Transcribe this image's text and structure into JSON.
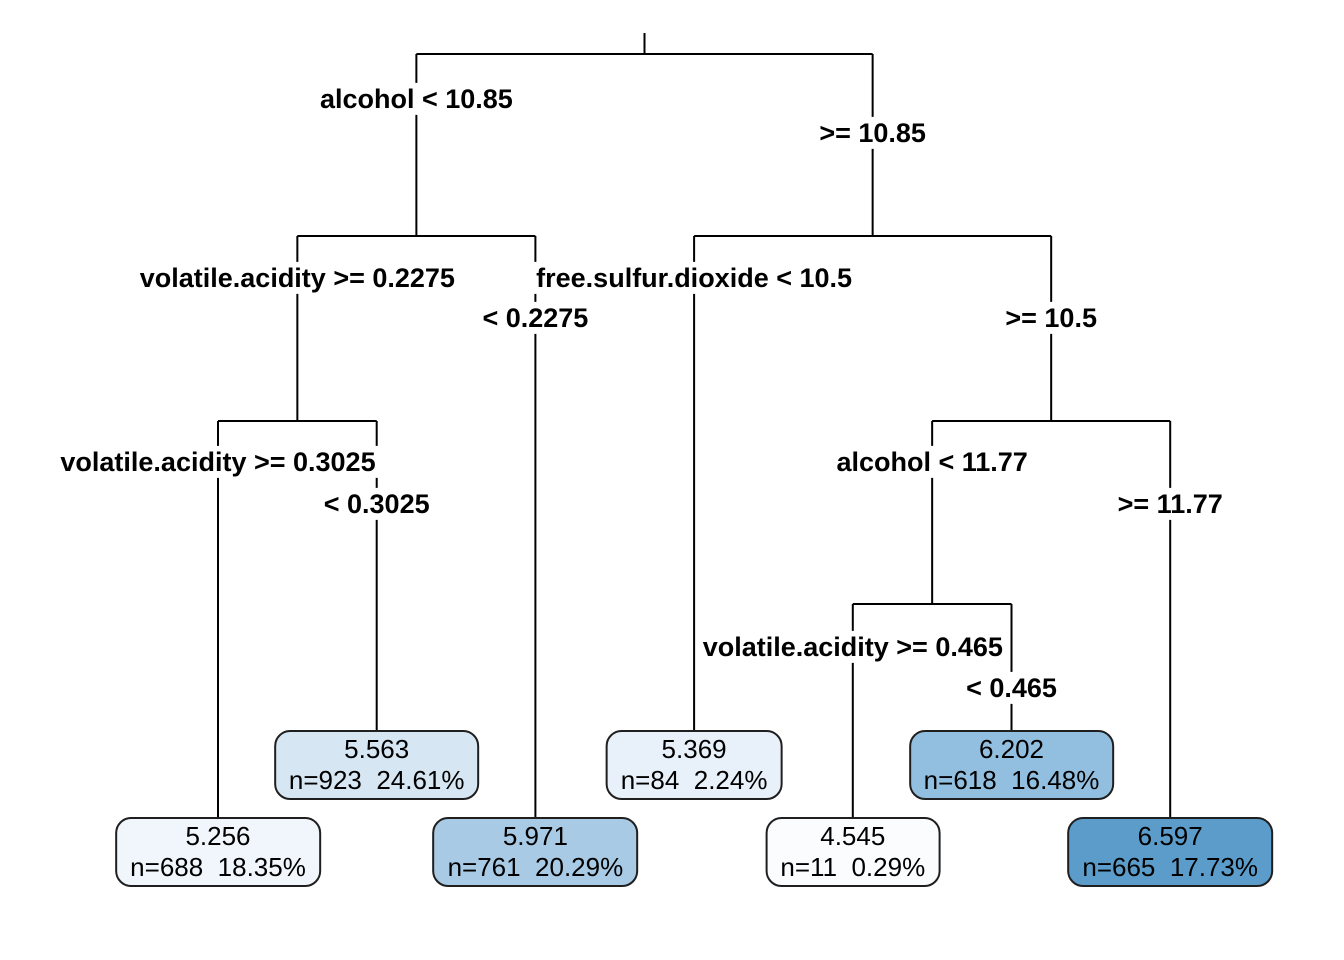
{
  "figure": {
    "type": "decision-tree",
    "background": "#ffffff",
    "edge_color": "#000000",
    "box_border_color": "#1f1f1f",
    "text_color": "#000000"
  },
  "tree": {
    "split": "alcohol < 10.85",
    "right_label": ">= 10.85",
    "left": {
      "split": "volatile.acidity >= 0.2275",
      "right_label": "< 0.2275",
      "left": {
        "split": "volatile.acidity >= 0.3025",
        "right_label": "< 0.3025",
        "left": {
          "value": "5.256",
          "stats": "n=688  18.35%",
          "fill": "#F0F6FB"
        },
        "right": {
          "value": "5.563",
          "stats": "n=923  24.61%",
          "fill": "#D7E6F3"
        }
      },
      "right": {
        "value": "5.971",
        "stats": "n=761  20.29%",
        "fill": "#A8CAE4"
      }
    },
    "right": {
      "split": "free.sulfur.dioxide < 10.5",
      "right_label": ">= 10.5",
      "left": {
        "value": "5.369",
        "stats": "n=84  2.24%",
        "fill": "#E8F1F9"
      },
      "right": {
        "split": "alcohol < 11.77",
        "right_label": ">= 11.77",
        "left": {
          "split": "volatile.acidity >= 0.465",
          "right_label": "< 0.465",
          "left": {
            "value": "4.545",
            "stats": "n=11  0.29%",
            "fill": "#FAFCFE"
          },
          "right": {
            "value": "6.202",
            "stats": "n=618  16.48%",
            "fill": "#92BFDF"
          }
        },
        "right": {
          "value": "6.597",
          "stats": "n=665  17.73%",
          "fill": "#5C9CCA"
        }
      }
    }
  }
}
